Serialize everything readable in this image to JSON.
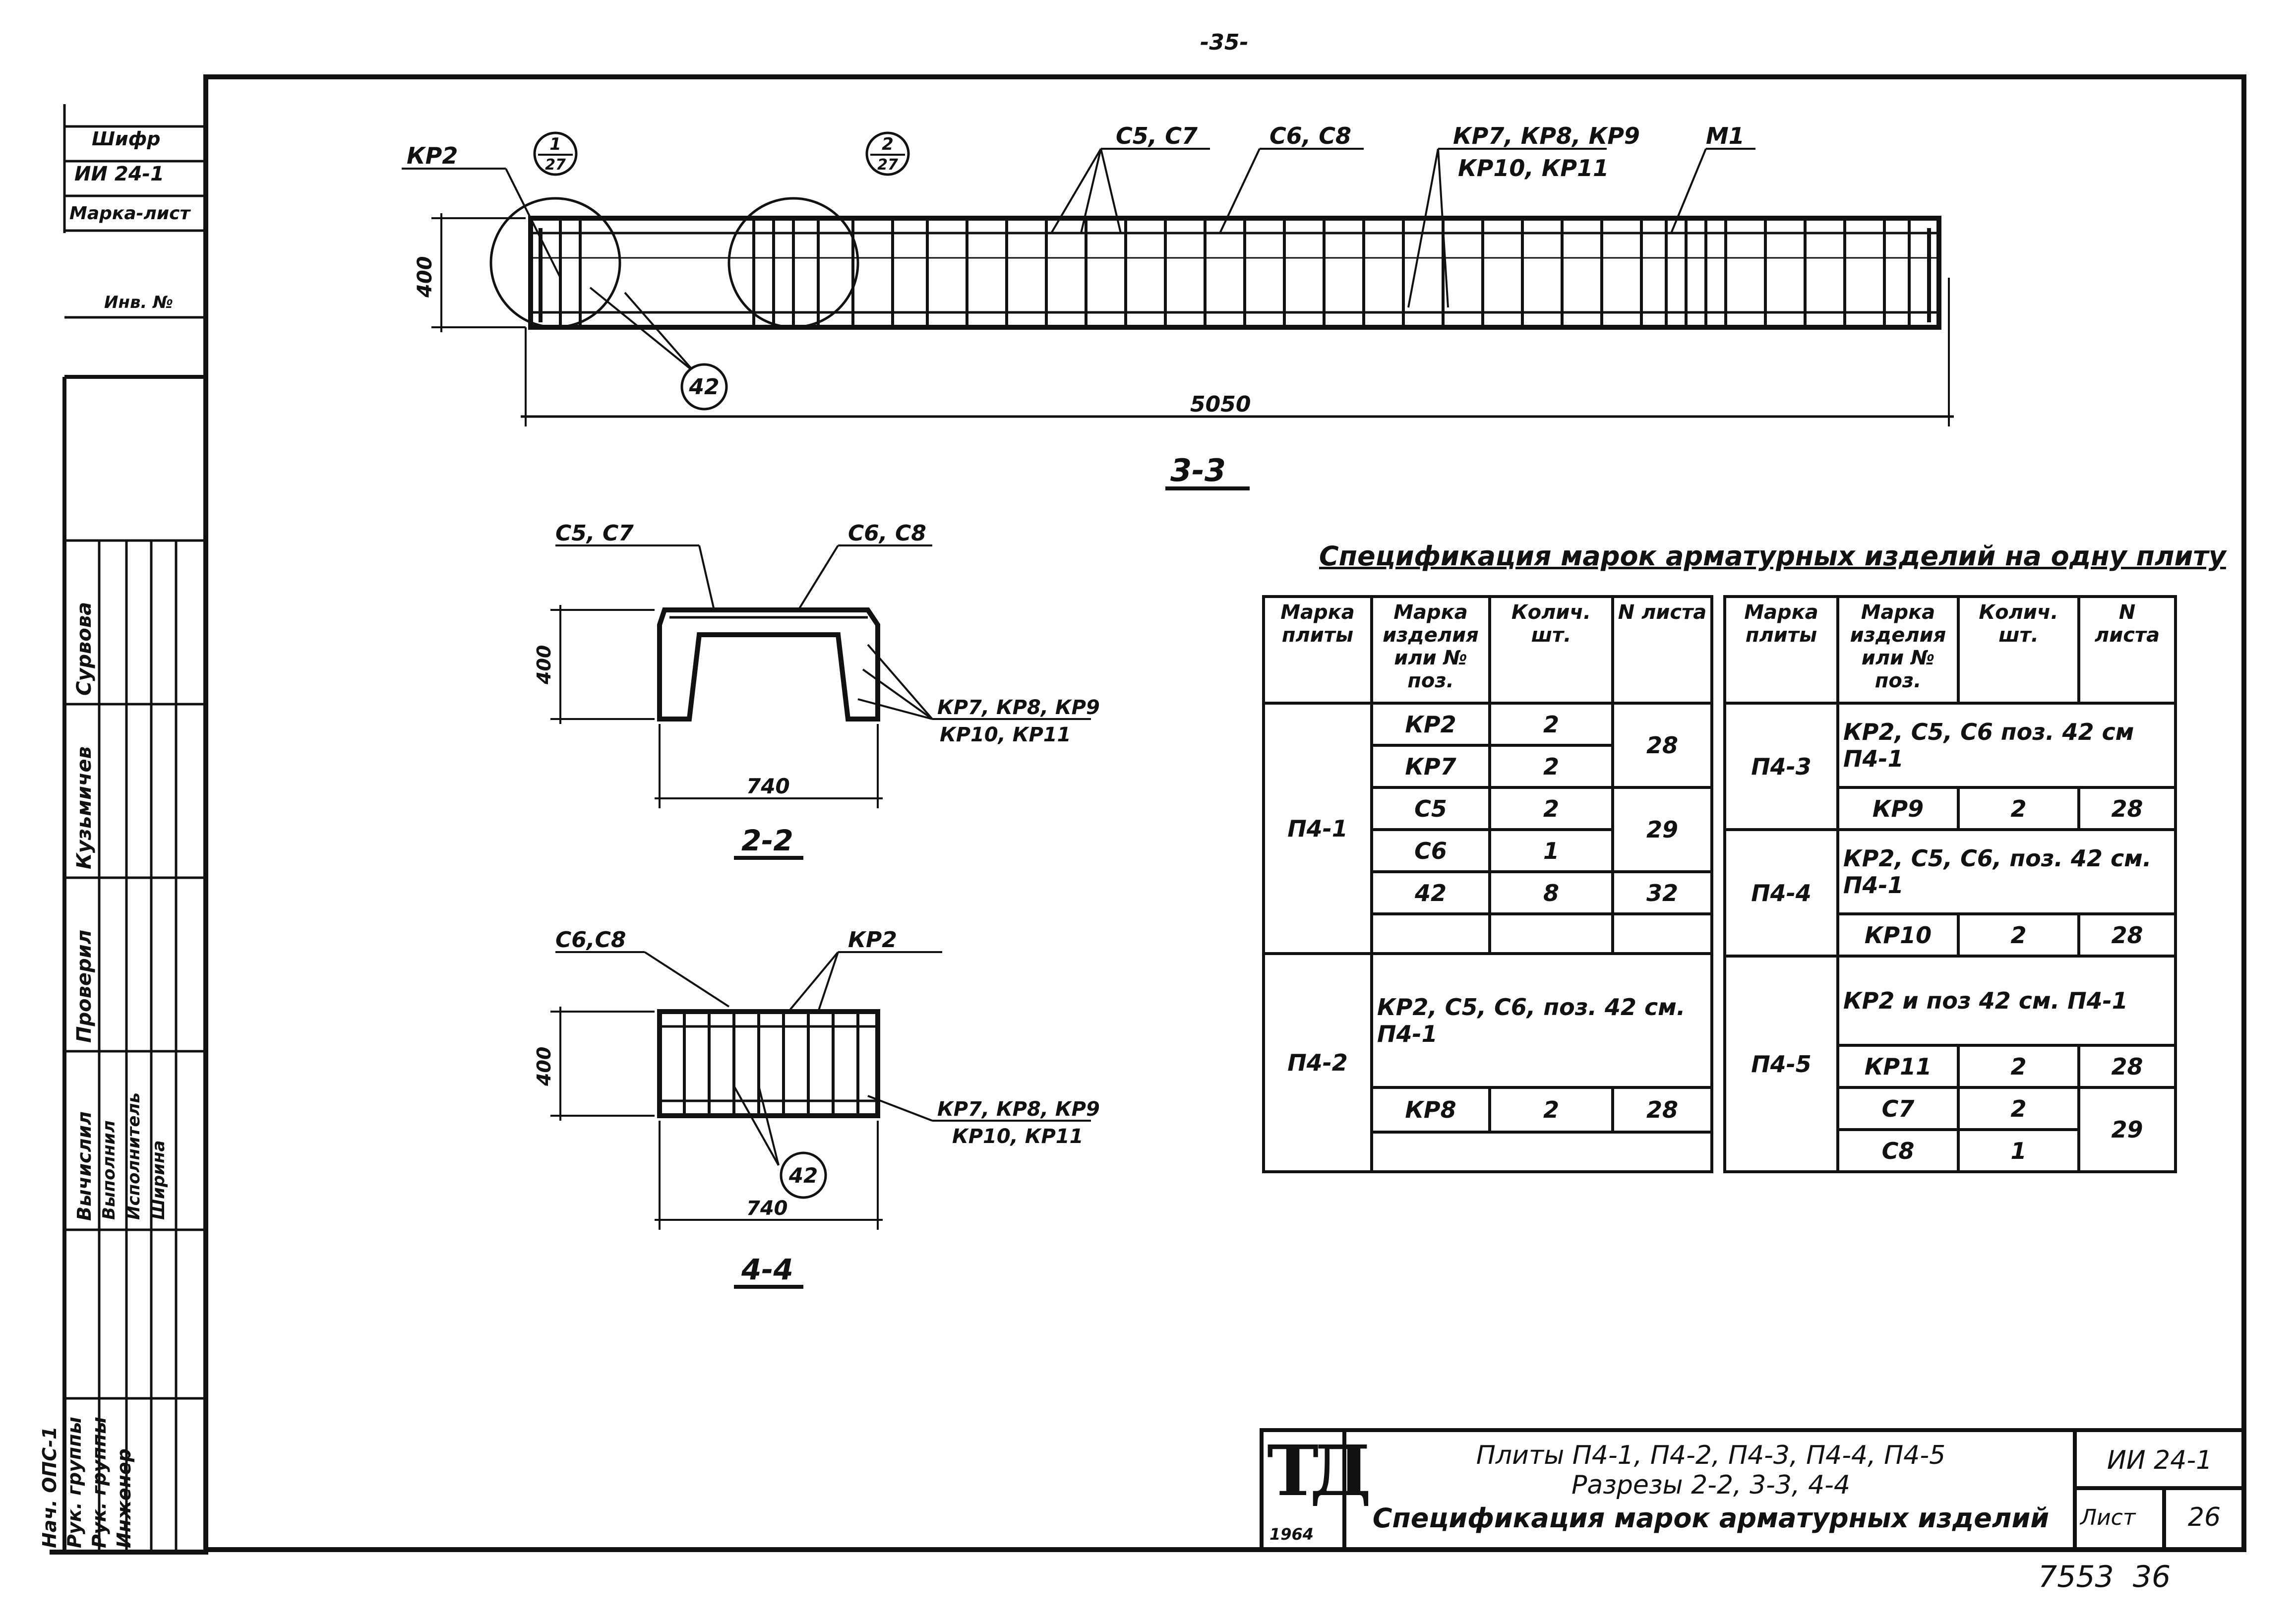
{
  "page_number": "-35-",
  "side_stamp": {
    "cipher_label": "Шифр",
    "cipher_value": "ИИ 24-1",
    "mark_sheet_label": "Марка-лист",
    "inv_label": "Инв. №"
  },
  "approval": {
    "roles": [
      "Нач. ОПС-1",
      "Рук. группы",
      "Рук. группы",
      "Инженер"
    ],
    "names": [
      "Сурвова",
      "Кузьмичев",
      "Проверил",
      "Вычислил",
      "Выполнил",
      "Исполнитель",
      "Ширина"
    ]
  },
  "section_33": {
    "title": "3-3",
    "height_dim": "400",
    "length_dim": "5050",
    "callouts": [
      "КР2",
      "С5, С7",
      "С6, С8",
      "КР7, КР8, КР9",
      "КР10, КР11",
      "М1"
    ],
    "node1_top": "1",
    "node1_bot": "27",
    "node2_top": "2",
    "node2_bot": "27",
    "pos_bubble": "42"
  },
  "section_22": {
    "title": "2-2",
    "height_dim": "400",
    "width_dim": "740",
    "callout_left": "С5, С7",
    "callout_right": "С6, С8",
    "callout_side_1": "КР7, КР8, КР9",
    "callout_side_2": "КР10, КР11"
  },
  "section_44": {
    "title": "4-4",
    "height_dim": "400",
    "width_dim": "740",
    "callout_left": "С6,С8",
    "callout_right": "КР2",
    "callout_side_1": "КР7, КР8, КР9",
    "callout_side_2": "КР10, КР11",
    "pos_bubble": "42"
  },
  "spec": {
    "title": "Спецификация марок арматурных изделий на одну плиту",
    "headers": [
      "Марка плиты",
      "Марка изделия или № поз.",
      "Колич. шт.",
      "N листа"
    ],
    "left": {
      "p41": "П4-1",
      "p41_rows": [
        [
          "КР2",
          "2"
        ],
        [
          "КР7",
          "2"
        ],
        [
          "С5",
          "2"
        ],
        [
          "С6",
          "1"
        ],
        [
          "42",
          "8"
        ]
      ],
      "p41_sheets": [
        "28",
        "29",
        "32"
      ],
      "p42": "П4-2",
      "p42_note": "КР2, С5, С6, поз. 42 см. П4-1",
      "p42_row": [
        "КР8",
        "2",
        "28"
      ]
    },
    "right": {
      "p43": "П4-3",
      "p43_note": "КР2, С5, С6 поз. 42 см П4-1",
      "p43_row": [
        "КР9",
        "2",
        "28"
      ],
      "p44": "П4-4",
      "p44_note": "КР2, С5, С6, поз. 42 см. П4-1",
      "p44_row": [
        "КР10",
        "2",
        "28"
      ],
      "p45": "П4-5",
      "p45_note": "КР2 и поз 42 см. П4-1",
      "p45_rows": [
        [
          "КР11",
          "2"
        ],
        [
          "С7",
          "2"
        ],
        [
          "С8",
          "1"
        ]
      ],
      "p45_sheets": [
        "28",
        "29"
      ]
    }
  },
  "title_block": {
    "logo": "ТД",
    "logo_year": "1964",
    "line1": "Плиты П4-1, П4-2, П4-3, П4-4, П4-5",
    "line2": "Разрезы 2-2, 3-3, 4-4",
    "line3": "Спецификация марок арматурных изделий",
    "code": "ИИ 24-1",
    "sheet_label": "Лист",
    "sheet_no": "26"
  },
  "footer_note": "7553  36"
}
